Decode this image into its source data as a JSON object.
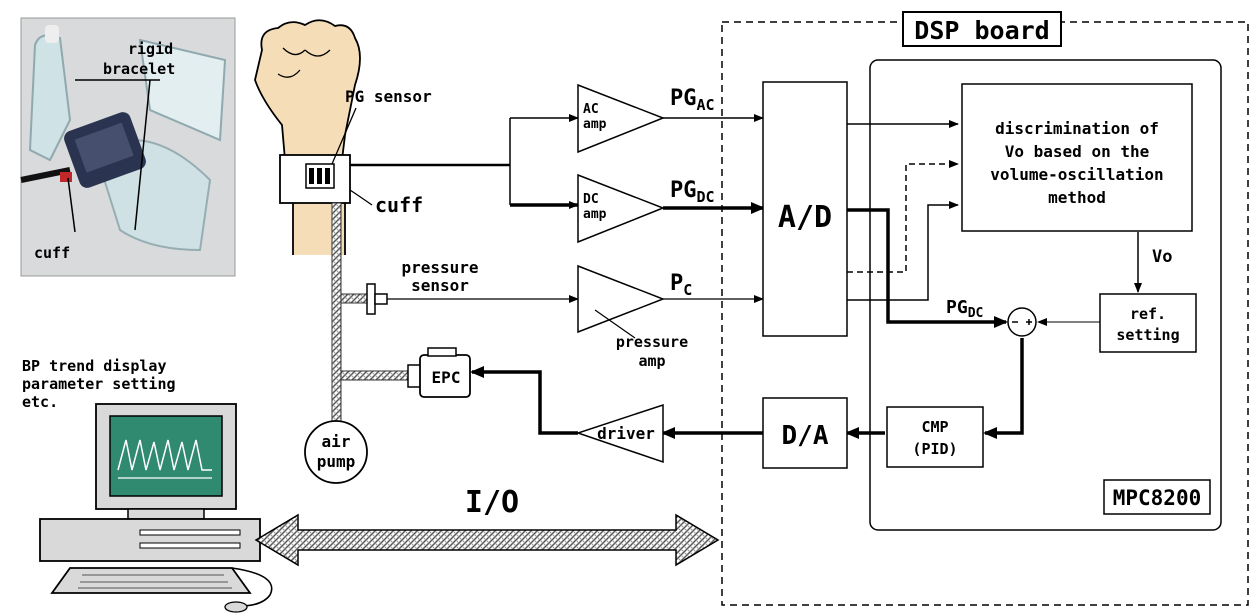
{
  "photo": {
    "rigid": "rigid",
    "bracelet": "bracelet",
    "cuff": "cuff"
  },
  "dsp": {
    "title": "DSP board"
  },
  "mpc": {
    "title": "MPC8200"
  },
  "sensor": {
    "pg": "PG sensor",
    "cuff": "cuff"
  },
  "amps": {
    "ac_line1": "AC",
    "ac_line2": "amp",
    "dc_line1": "DC",
    "dc_line2": "amp",
    "pressure_line1": "pressure",
    "pressure_line2": "amp"
  },
  "signals": {
    "pg_ac_main": "PG",
    "pg_ac_sub": "AC",
    "pg_dc_main": "PG",
    "pg_dc_sub": "DC",
    "pc_main": "P",
    "pc_sub": "C",
    "pg_dc2_main": "PG",
    "pg_dc2_sub": "DC",
    "vo": "Vo"
  },
  "blocks": {
    "ad": "A/D",
    "da": "D/A",
    "disc_line1": "discrimination of",
    "disc_line2": "Vo based on the",
    "disc_line3": "volume-oscillation",
    "disc_line4": "method",
    "ref_line1": "ref.",
    "ref_line2": "setting",
    "cmp_line1": "CMP",
    "cmp_line2": "(PID)",
    "driver": "driver",
    "epc": "EPC"
  },
  "pressure_sensor": {
    "line1": "pressure",
    "line2": "sensor"
  },
  "pump": {
    "line1": "air",
    "line2": "pump"
  },
  "pc": {
    "line1": "BP trend display",
    "line2": "parameter setting",
    "line3": "etc."
  },
  "io": {
    "label": "I/O"
  },
  "colors": {
    "skin": "#f5ddb8",
    "photo_bg": "#d8dadc",
    "screen": "#2f8a6f",
    "bracelet": "#cfe2e6",
    "monitor": "#d9d9d9"
  }
}
